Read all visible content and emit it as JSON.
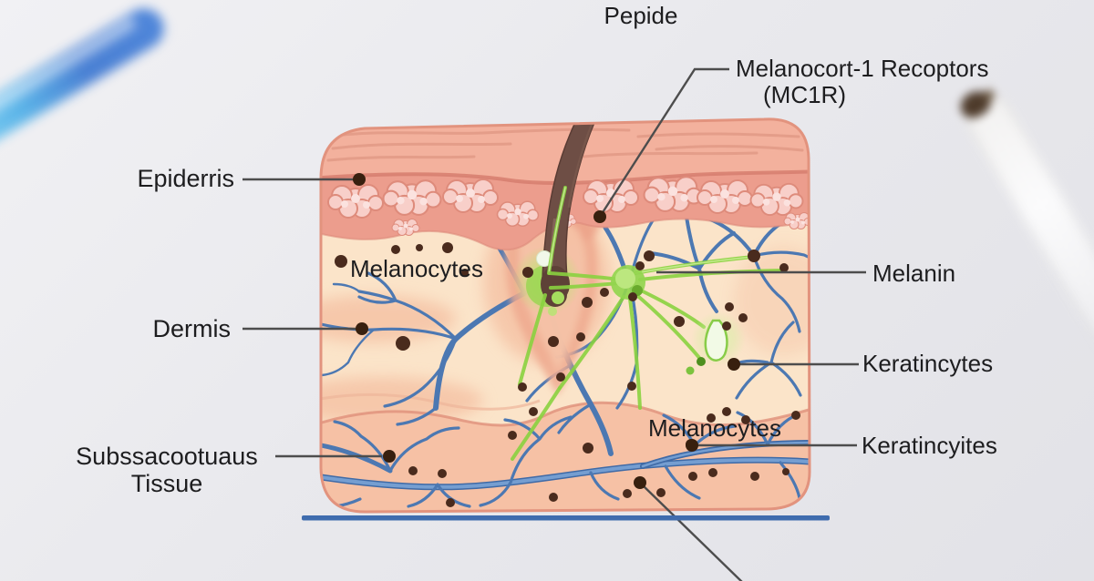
{
  "labels": {
    "peptide": "Pepide",
    "mc1r_line1": "Melanocort-1 Recoptors",
    "mc1r_line2": "(MC1R)",
    "epidermis": "Epiderris",
    "melanocytes_upper": "Melanocytes",
    "dermis": "Dermis",
    "melanin": "Melanin",
    "keratinocytes_right": "Keratincytes",
    "melanocytes_lower": "Melanocytes",
    "keratinocytes_lower_right": "Keratincyites",
    "subcutaneous_line1": "Subssacootuaus",
    "subcutaneous_line2": "Tissue"
  },
  "colors": {
    "background": "#e9e9ed",
    "label_text": "#1d1d1f",
    "leader": "#4d4d4d",
    "leaderdot": "#38200f",
    "outline": "#e2937e",
    "corneum": "#f3b19d",
    "corneum_line": "#dd9480",
    "epiband": "#ec9d8d",
    "epiband_edge": "#d67e6e",
    "cellfill": "#f8cfc9",
    "cellstroke": "#de8b7b",
    "dermis": "#fbe4c9",
    "subcut": "#f6c1a5",
    "subcut_edge": "#e0907a",
    "vessel": "#4c78b2",
    "vessel_dark": "#3f6aa6",
    "vessel_light": "#7ba4d6",
    "melanin": "#4a2b1d",
    "green": "#8ad23f",
    "hair": "#6e4e45",
    "hair_dark": "#5a3c34",
    "baseline": "#3f6cae",
    "pen_blue": "#4a80d3",
    "pen_cyan": "#86d4f4"
  }
}
